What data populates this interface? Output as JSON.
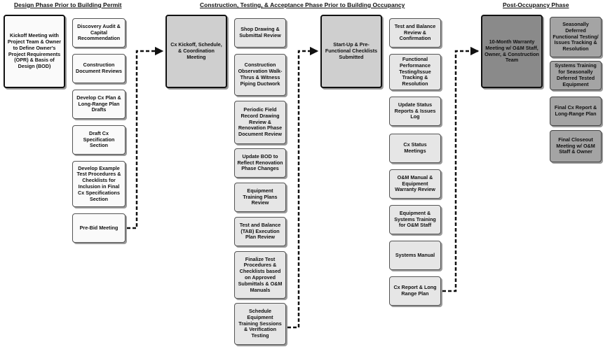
{
  "phases": {
    "design": "Design Phase Prior to Building Permit",
    "construction": "Construction, Testing, & Acceptance Phase Prior to Building Occupancy",
    "post": "Post-Occupancy Phase"
  },
  "design": {
    "kickoff": "Kickoff Meeting with Project Team & Owner to Define Owner's Project Requirements (OPR) & Basis of Design (BOD)",
    "steps": [
      "Discovery Audit & Capital Recommendation",
      "Construction Document Reviews",
      "Develop Cx Plan & Long-Range Plan Drafts",
      "Draft Cx Specification Section",
      "Develop Example Test Procedures & Checklists for Inclusion in Final Cx Specifications Section",
      "Pre-Bid Meeting"
    ]
  },
  "construction": {
    "kickoff": "Cx Kickoff, Schedule, & Coordination Meeting",
    "steps": [
      "Shop Drawing & Submittal Review",
      "Construction Observation Walk-Thrus & Witness Piping Ductwork",
      "Periodic Field Record Drawing Review & Renovation Phase Document Review",
      "Update BOD to Reflect Renovation Phase Changes",
      "Equipment Training Plans Review",
      "Test and Balance (TAB) Execution Plan Review",
      "Finalize Test Procedures & Checklists based on Approved Submittals & O&M Manuals",
      "Schedule Equipment Training Sessions & Verification Testing"
    ]
  },
  "acceptance": {
    "startup": "Start-Up & Pre-Functional Checklists Submitted",
    "steps": [
      "Test and Balance Review & Confirmation",
      "Functional Performance Testing/Issue Tracking & Resolution",
      "Update Status Reports & Issues Log",
      "Cx Status Meetings",
      "O&M Manual & Equipment Warranty Review",
      "Equipment & Systems Training for O&M Staff",
      "Systems Manual",
      "Cx Report & Long Range Plan"
    ]
  },
  "post": {
    "warranty": "10-Month Warranty Meeting w/ O&M Staff, Owner, & Construction Team",
    "steps": [
      "Seasonally Deferred Functional Testing/ Issues Tracking & Resolution",
      "Systems Training for Seasonally Deferred Tested Equipment",
      "Final Cx Report & Long-Range Plan",
      "Final Closeout Meeting w/ O&M Staff & Owner"
    ]
  }
}
